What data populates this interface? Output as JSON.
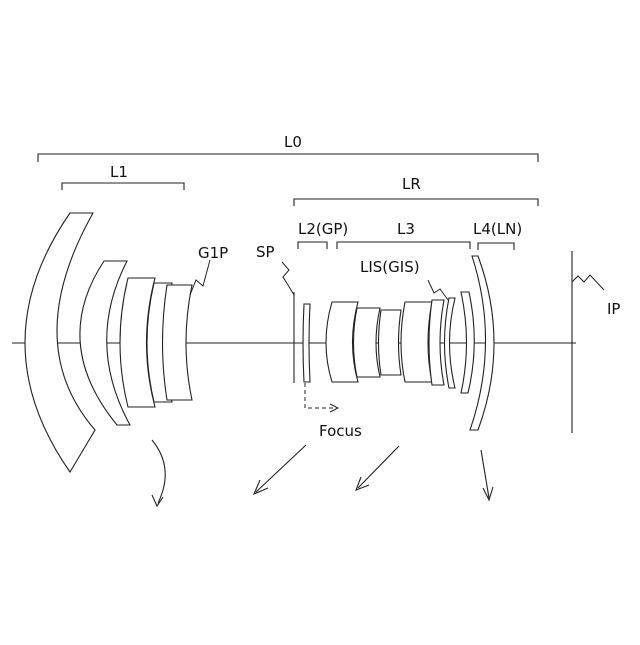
{
  "labels": {
    "l0": "L0",
    "l1": "L1",
    "lr": "LR",
    "l2": "L2(GP)",
    "l3": "L3",
    "l4": "L4(LN)",
    "g1p": "G1P",
    "sp": "SP",
    "lis": "LIS(GIS)",
    "ip": "IP",
    "focus": "Focus"
  }
}
